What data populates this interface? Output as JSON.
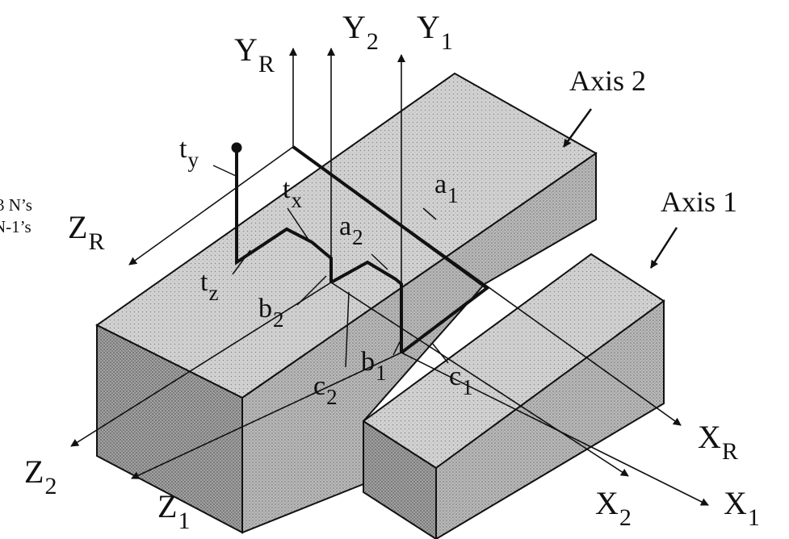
{
  "colors": {
    "top_face": "#d2d2d2",
    "front_face": "#a2a2a2",
    "side_face": "#bababa",
    "ink": "#111111",
    "background": "#ffffff"
  },
  "axes": {
    "y_r": {
      "main": "Y",
      "sub": "R"
    },
    "y_2": {
      "main": "Y",
      "sub": "2"
    },
    "y_1": {
      "main": "Y",
      "sub": "1"
    },
    "z_r": {
      "main": "Z",
      "sub": "R"
    },
    "z_2": {
      "main": "Z",
      "sub": "2"
    },
    "z_1": {
      "main": "Z",
      "sub": "1"
    },
    "x_r": {
      "main": "X",
      "sub": "R"
    },
    "x_2": {
      "main": "X",
      "sub": "2"
    },
    "x_1": {
      "main": "X",
      "sub": "1"
    }
  },
  "joint_axes": {
    "axis_2": "Axis  2",
    "axis_1": "Axis  1"
  },
  "params": {
    "t_y": {
      "main": "t",
      "sub": "y"
    },
    "t_x": {
      "main": "t",
      "sub": "x"
    },
    "t_z": {
      "main": "t",
      "sub": "z"
    },
    "a_1": {
      "main": "a",
      "sub": "1"
    },
    "a_2": {
      "main": "a",
      "sub": "2"
    },
    "b_2": {
      "main": "b",
      "sub": "2"
    },
    "b_1": {
      "main": "b",
      "sub": "1"
    },
    "c_2": {
      "main": "c",
      "sub": "2"
    },
    "c_1": {
      "main": "c",
      "sub": "1"
    }
  },
  "side_note": {
    "line1": "3 N’s",
    "line2": "N-1’s"
  }
}
